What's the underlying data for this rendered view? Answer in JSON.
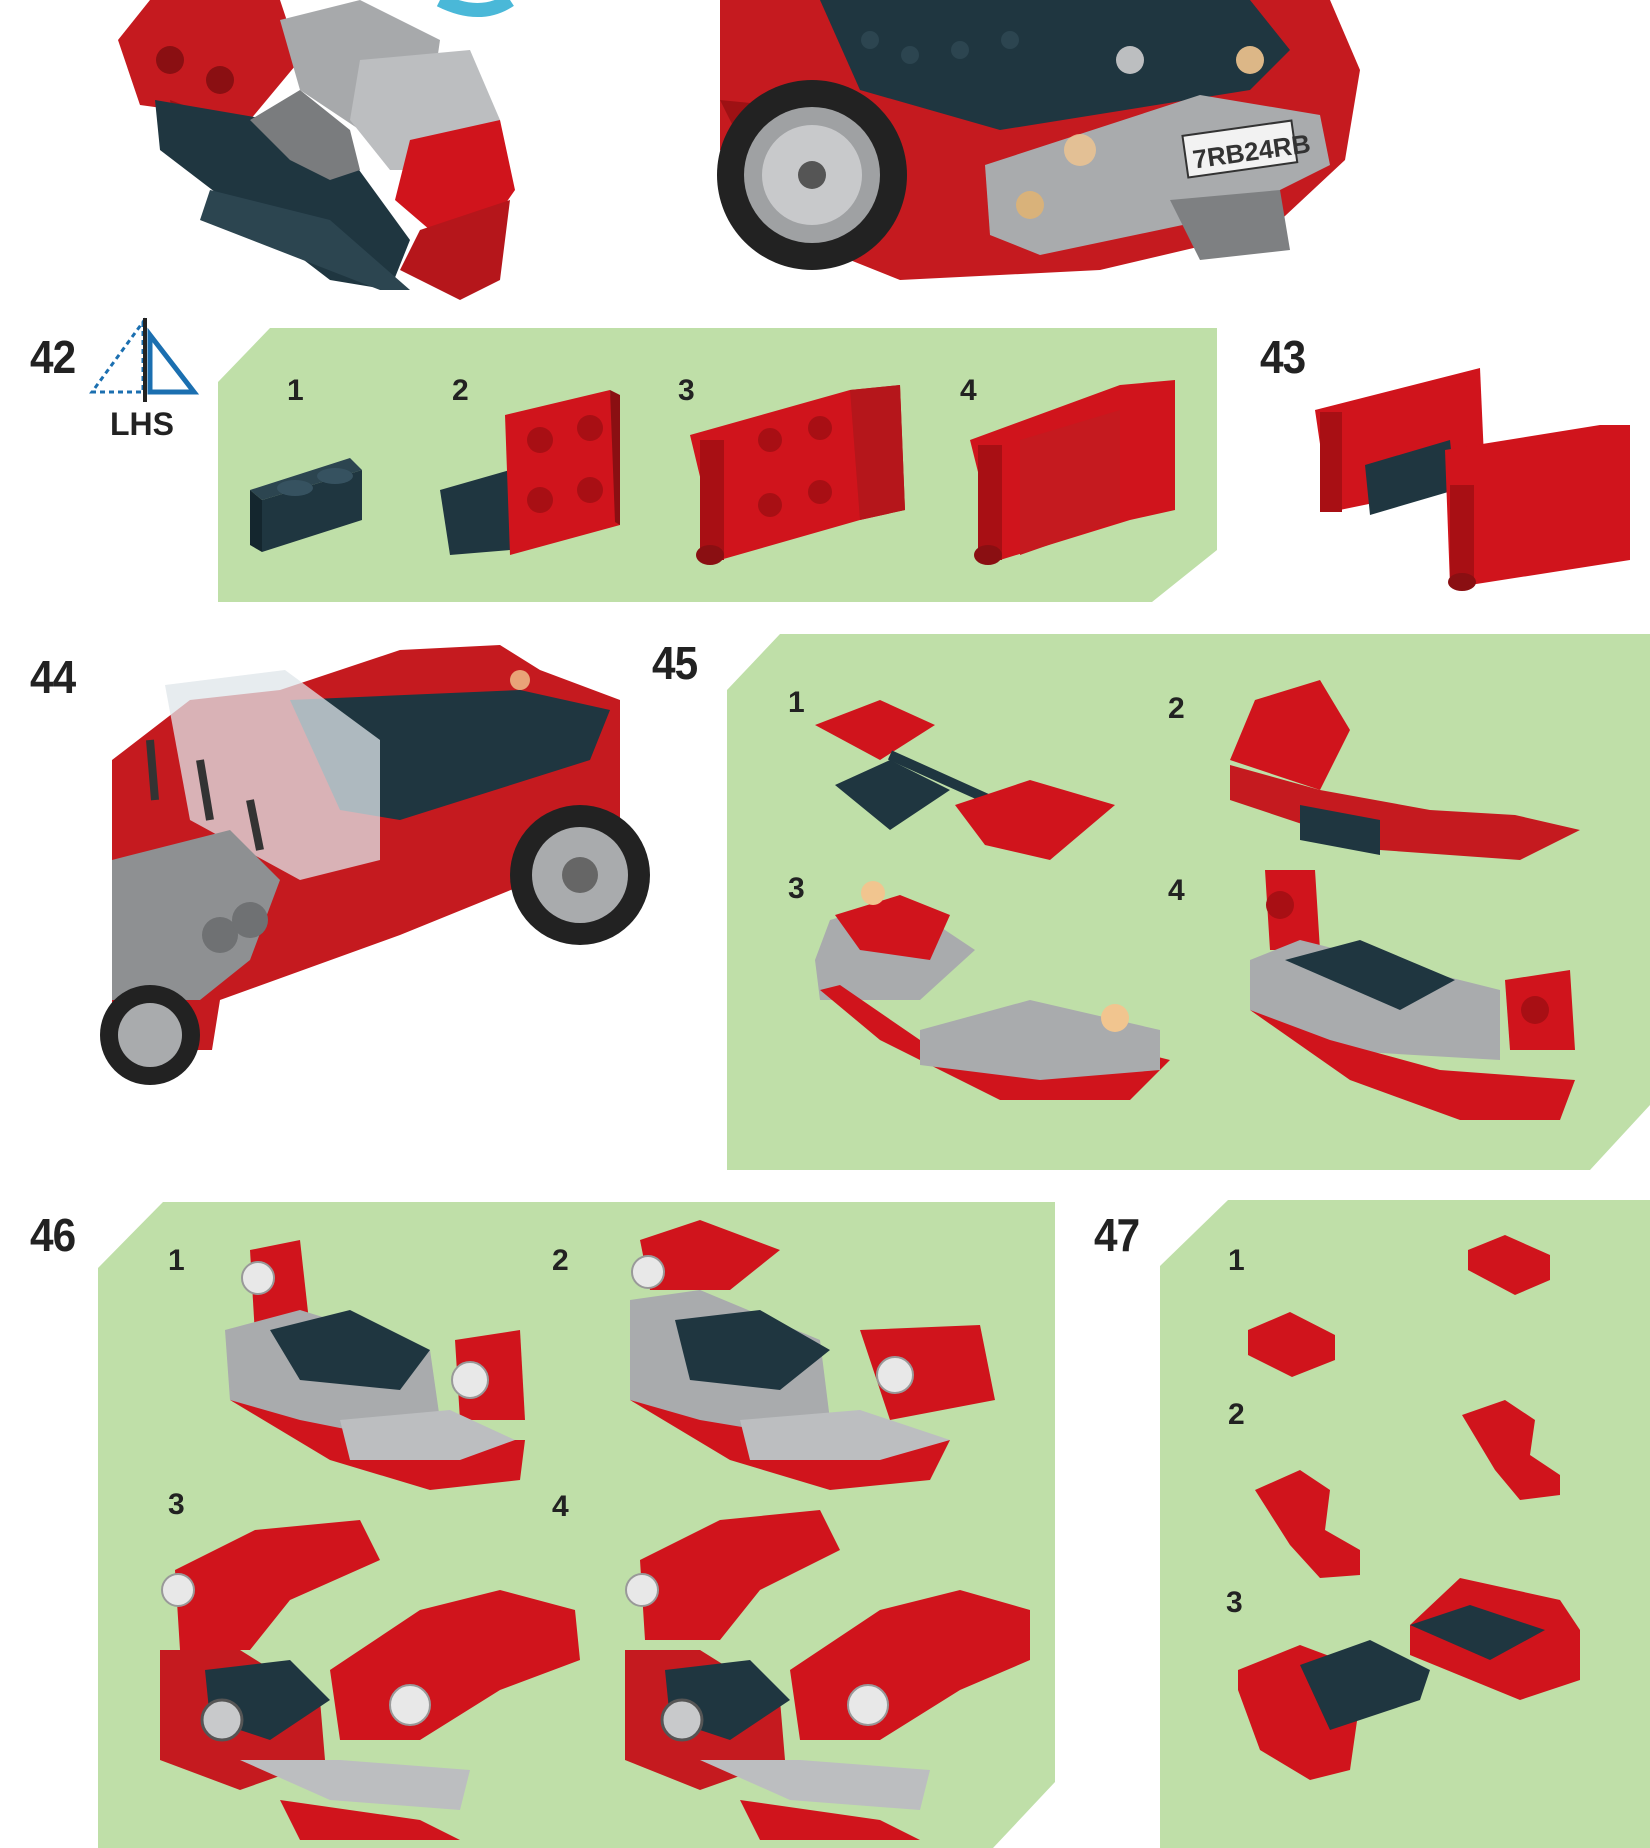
{
  "steps": {
    "s42": {
      "number": "42",
      "badge": "LHS",
      "subs": [
        "1",
        "2",
        "3",
        "4"
      ]
    },
    "s43": {
      "number": "43"
    },
    "s44": {
      "number": "44"
    },
    "s45": {
      "number": "45",
      "subs": [
        "1",
        "2",
        "3",
        "4"
      ]
    },
    "s46": {
      "number": "46",
      "subs": [
        "1",
        "2",
        "3",
        "4"
      ]
    },
    "s47": {
      "number": "47",
      "subs": [
        "1",
        "2",
        "3"
      ]
    }
  },
  "car_plate": "7RB24RB",
  "colors": {
    "panel": "#bfdfa8",
    "brick_red": "#d0141c",
    "brick_dark": "#1f3640",
    "brick_grey": "#a9abad",
    "accent_blue": "#1b6fb0"
  }
}
